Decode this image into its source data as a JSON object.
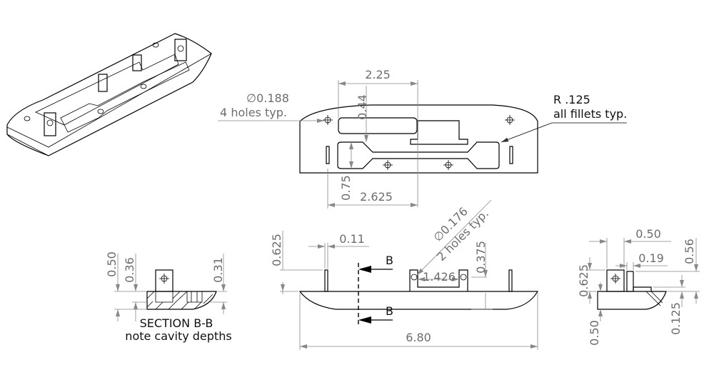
{
  "drawing": {
    "top_view": {
      "dims": {
        "width_slot": "2.25",
        "slot_depth": "0.44",
        "lower_height": "0.75",
        "lower_length": "2.625"
      },
      "hole_note": {
        "dia": "∅0.188",
        "note": "4 holes typ."
      },
      "fillet_note": {
        "radius": "R .125",
        "note": "all fillets typ."
      }
    },
    "front_view": {
      "dims": {
        "pin_height": "0.625",
        "pin_width": "0.11",
        "body_height": "0.375",
        "hole_spacing": "1.426",
        "overall_length": "6.80"
      },
      "hole_note": {
        "dia": "∅0.176",
        "note": "2 holes typ."
      },
      "section_label_top": "B",
      "section_label_bottom": "B"
    },
    "section_view": {
      "dims": {
        "overall": "0.50",
        "cavity_left": "0.36",
        "cavity_right": "0.31"
      },
      "title": "SECTION B-B",
      "note": "note cavity depths"
    },
    "side_view": {
      "dims": {
        "top_width": "0.50",
        "post_width": "0.19",
        "height_right": "0.56",
        "height_left": "0.625",
        "base_left": "0.50",
        "ledge": "0.125"
      }
    }
  }
}
